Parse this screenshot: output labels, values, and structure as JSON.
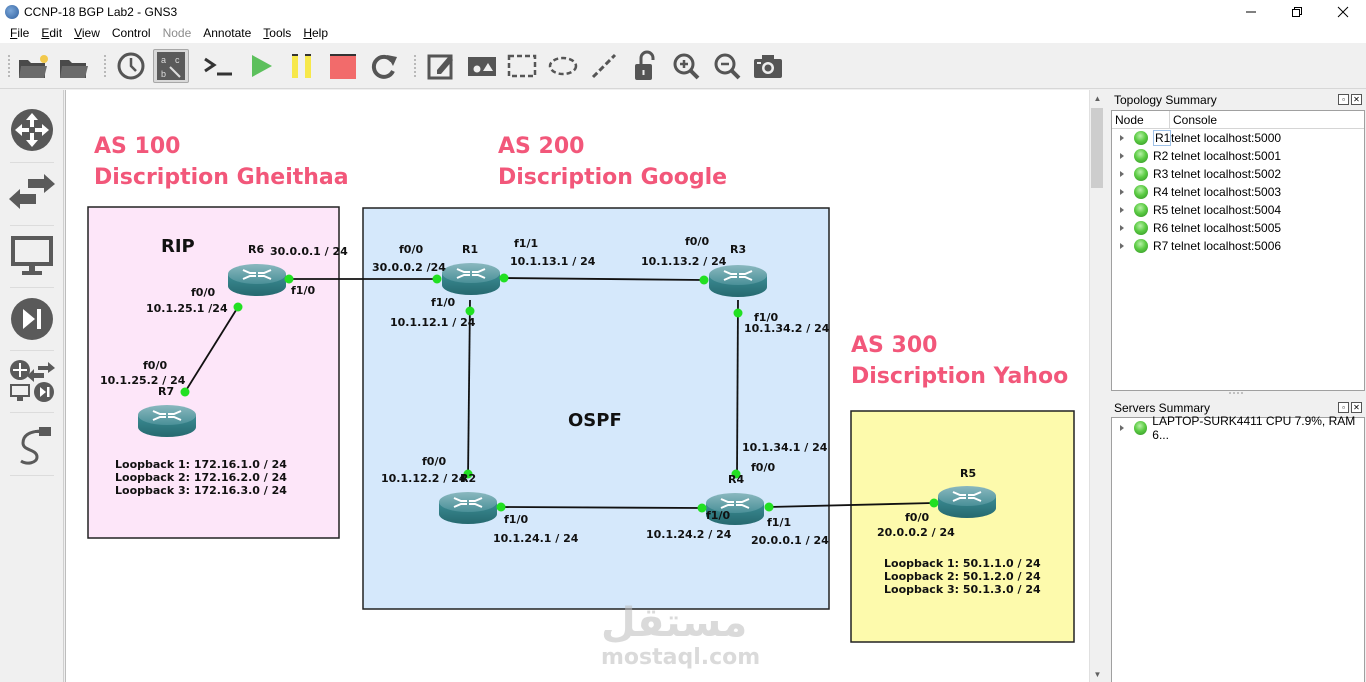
{
  "window": {
    "title": "CCNP-18 BGP Lab2 - GNS3",
    "controls": [
      "minimize",
      "maximize",
      "close"
    ]
  },
  "menu": [
    {
      "label": "File",
      "underline": "F",
      "rest": "ile",
      "enabled": true
    },
    {
      "label": "Edit",
      "underline": "E",
      "rest": "dit",
      "enabled": true
    },
    {
      "label": "View",
      "underline": "V",
      "rest": "iew",
      "enabled": true
    },
    {
      "label": "Control",
      "underline": "",
      "rest": "Control",
      "enabled": true
    },
    {
      "label": "Node",
      "underline": "",
      "rest": "Node",
      "enabled": false
    },
    {
      "label": "Annotate",
      "underline": "",
      "rest": "Annotate",
      "enabled": true
    },
    {
      "label": "Tools",
      "underline": "T",
      "rest": "ools",
      "enabled": true
    },
    {
      "label": "Help",
      "underline": "H",
      "rest": "elp",
      "enabled": true
    }
  ],
  "toolbar": {
    "buttons": [
      "new-project",
      "open-project",
      "snapshot",
      "show-interface-labels",
      "console-all",
      "start-all",
      "suspend-all",
      "stop-all",
      "reload-all",
      "add-note",
      "insert-picture",
      "draw-rectangle",
      "draw-ellipse",
      "draw-line",
      "lock-unlock",
      "zoom-in",
      "zoom-out",
      "screenshot"
    ],
    "colors": {
      "start": "#5cc05c",
      "suspend": "#f7e84a",
      "stop": "#f26b6b"
    }
  },
  "device_bar": [
    "routers",
    "switches",
    "end-devices",
    "security-devices",
    "all-devices",
    "add-link"
  ],
  "topology": {
    "as_labels": [
      {
        "as": "AS 100",
        "desc": "Discription Gheithaa"
      },
      {
        "as": "AS 200",
        "desc": "Discription Google"
      },
      {
        "as": "AS 300",
        "desc": "Discription Yahoo"
      }
    ],
    "zones": {
      "as100": {
        "color": "#fde6f9",
        "protocol": "RIP"
      },
      "as200": {
        "color": "#d5e8fb",
        "protocol": "OSPF"
      },
      "as300": {
        "color": "#fdfaac",
        "protocol": ""
      }
    },
    "label_color": "#f2577a",
    "routers": [
      "R1",
      "R2",
      "R3",
      "R4",
      "R5",
      "R6",
      "R7"
    ],
    "interfaces": {
      "r6_f0_0": "f0/0",
      "r6_f0_0_ip": "10.1.25.1 /24",
      "r6_f1_0": "f1/0",
      "r6_f1_0_ip": "30.0.0.1 / 24",
      "r7_f0_0": "f0/0",
      "r7_f0_0_ip": "10.1.25.2 / 24",
      "r1_f0_0": "f0/0",
      "r1_f0_0_ip": "30.0.0.2 /24",
      "r1_f1_1": "f1/1",
      "r1_f1_1_ip": "10.1.13.1 / 24",
      "r1_f1_0": "f1/0",
      "r1_f1_0_ip": "10.1.12.1 / 24",
      "r3_f0_0": "f0/0",
      "r3_f0_0_ip": "10.1.13.2 / 24",
      "r3_f1_0": "f1/0",
      "r3_f1_0_ip": "10.1.34.2 / 24",
      "r2_f0_0": "f0/0",
      "r2_f0_0_ip": "10.1.12.2 / 24",
      "r2_f1_0": "f1/0",
      "r2_f1_0_ip": "10.1.24.1 / 24",
      "r4_f0_0": "f0/0",
      "r4_f0_0_ip": "10.1.34.1 / 24",
      "r4_f1_0": "f1/0",
      "r4_f1_0_ip": "10.1.24.2 / 24",
      "r4_f1_1": "f1/1",
      "r4_f1_1_ip": "20.0.0.1 / 24",
      "r5_f0_0": "f0/0",
      "r5_f0_0_ip": "20.0.0.2 / 24"
    },
    "loopbacks_as100": [
      "Loopback 1:  172.16.1.0 / 24",
      "Loopback 2:  172.16.2.0 / 24",
      "Loopback 3:  172.16.3.0 / 24"
    ],
    "loopbacks_as300": [
      "Loopback 1:  50.1.1.0 / 24",
      "Loopback 2:  50.1.2.0 / 24",
      "Loopback 3:  50.1.3.0 / 24"
    ],
    "watermark": {
      "arabic": "مستقل",
      "latin": "mostaql.com"
    }
  },
  "topology_summary": {
    "title": "Topology Summary",
    "columns": [
      "Node",
      "Console"
    ],
    "rows": [
      {
        "node": "R1",
        "console": "telnet localhost:5000",
        "status": "started"
      },
      {
        "node": "R2",
        "console": "telnet localhost:5001",
        "status": "started"
      },
      {
        "node": "R3",
        "console": "telnet localhost:5002",
        "status": "started"
      },
      {
        "node": "R4",
        "console": "telnet localhost:5003",
        "status": "started"
      },
      {
        "node": "R5",
        "console": "telnet localhost:5004",
        "status": "started"
      },
      {
        "node": "R6",
        "console": "telnet localhost:5005",
        "status": "started"
      },
      {
        "node": "R7",
        "console": "telnet localhost:5006",
        "status": "started"
      }
    ]
  },
  "servers_summary": {
    "title": "Servers Summary",
    "rows": [
      {
        "text": "LAPTOP-SURK4411 CPU 7.9%, RAM 6...",
        "status": "running"
      }
    ]
  }
}
